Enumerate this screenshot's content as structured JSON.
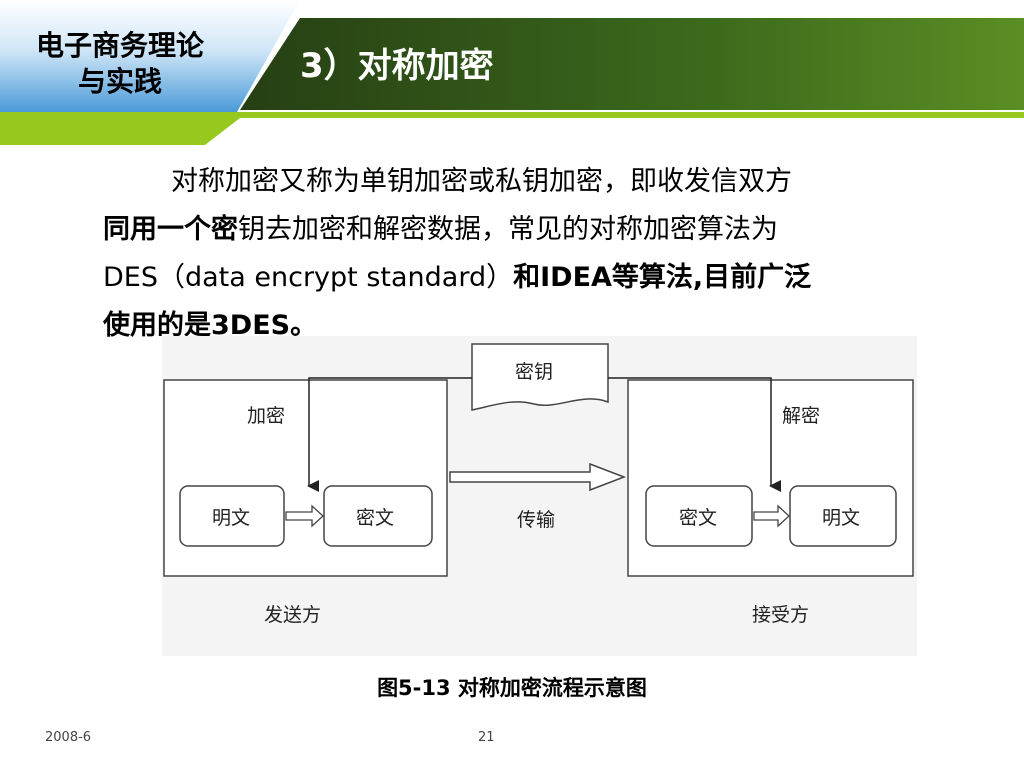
{
  "header": {
    "course_title_line1": "电子商务理论",
    "course_title_line2": "与实践",
    "slide_title": "3）对称加密",
    "colors": {
      "green_dark": "#2b4a1a",
      "green_light": "#96c81e",
      "blue": "#5aa8dc"
    }
  },
  "body": {
    "part1": "对称加密又称为单钥加密或私钥加密，即收发信双方",
    "part2_bold": "同用一个密",
    "part3": "钥去加密和解密数据，常见的对称加密算法为",
    "part4": "DES（data encrypt standard）",
    "part5_bold": "和IDEA等算法,目前广泛",
    "part6_bold": "使用的是3DES。"
  },
  "diagram": {
    "key_label": "密钥",
    "encrypt_label": "加密",
    "decrypt_label": "解密",
    "plaintext_left": "明文",
    "ciphertext_left": "密文",
    "transmit_label": "传输",
    "ciphertext_right": "密文",
    "plaintext_right": "明文",
    "sender_label": "发送方",
    "receiver_label": "接受方"
  },
  "caption": "图5-13  对称加密流程示意图",
  "footer": {
    "date": "2008-6",
    "page": "21"
  }
}
